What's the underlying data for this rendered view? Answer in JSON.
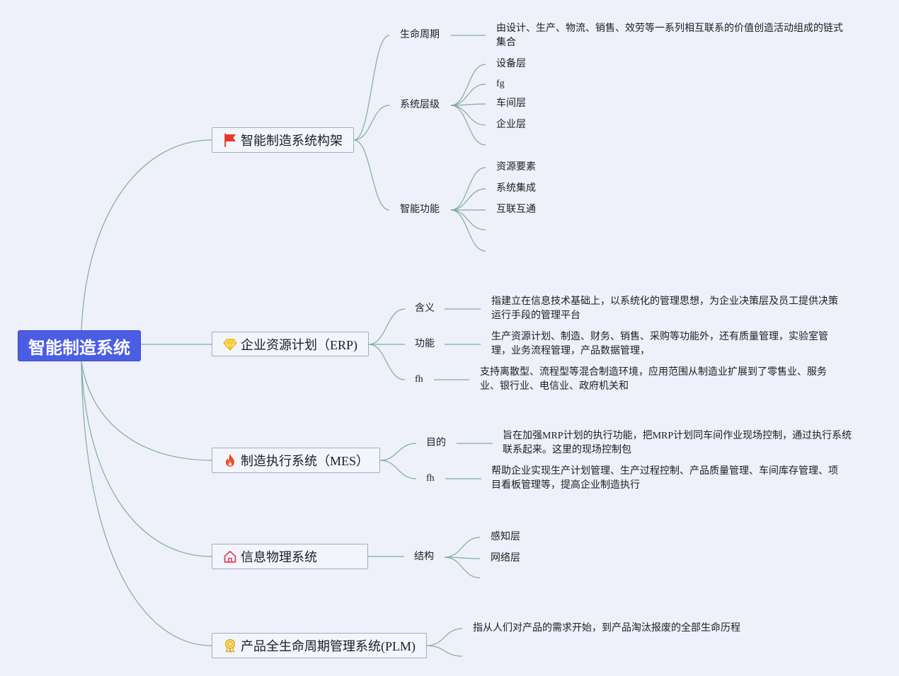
{
  "colors": {
    "bg": "#eef0fb",
    "root_fill": "#4b5de3",
    "root_border": "#3b4bc9",
    "root_text": "#ffffff",
    "box_fill": "#f3f5fd",
    "box_border": "#9db3af",
    "line": "#80aaa3",
    "text": "#1e1e1e",
    "flag": "#e8392d",
    "gem": "#f2b705",
    "fire": "#ee4a2b",
    "house": "#e2455c",
    "medal": "#e0a810"
  },
  "root": {
    "label": "智能制造系统"
  },
  "branches": [
    {
      "label": "智能制造系统构架",
      "icon": "flag-icon",
      "children": [
        {
          "label": "生命周期",
          "items": [
            {
              "lines": [
                "由设计、生产、物流、销售、效劳等一系列相互联系的价值创造活动组成的链式",
                "集合"
              ]
            }
          ]
        },
        {
          "label": "系统层级",
          "items": [
            {
              "lines": [
                "设备层"
              ]
            },
            {
              "lines": [
                "fg"
              ]
            },
            {
              "lines": [
                "车间层"
              ]
            },
            {
              "lines": [
                "企业层"
              ]
            }
          ]
        },
        {
          "label": "智能功能",
          "items": [
            {
              "lines": [
                "资源要素"
              ]
            },
            {
              "lines": [
                "系统集成"
              ]
            },
            {
              "lines": [
                "互联互通"
              ]
            }
          ]
        }
      ]
    },
    {
      "label": "企业资源计划（ERP)",
      "icon": "diamond-icon",
      "children": [
        {
          "label": "含义",
          "items": [
            {
              "lines": [
                "指建立在信息技术基础上，以系统化的管理思想，为企业决策层及员工提供决策",
                "运行手段的管理平台"
              ]
            }
          ]
        },
        {
          "label": "功能",
          "items": [
            {
              "lines": [
                "生产资源计划、制造、财务、销售、采购等功能外，还有质量管理，实验室管",
                "理，业务流程管理，产品数据管理，"
              ]
            }
          ]
        },
        {
          "label": "fh",
          "items": [
            {
              "lines": [
                "支持离散型、流程型等混合制造环境，应用范围从制造业扩展到了零售业、服务",
                "业、银行业、电信业、政府机关和"
              ]
            }
          ]
        }
      ]
    },
    {
      "label": "制造执行系统（MES）",
      "icon": "fire-icon",
      "children": [
        {
          "label": "目的",
          "items": [
            {
              "lines": [
                "旨在加强MRP计划的执行功能，把MRP计划同车间作业现场控制，通过执行系统",
                "联系起来。这里的现场控制包"
              ]
            }
          ]
        },
        {
          "label": "fh",
          "items": [
            {
              "lines": [
                "帮助企业实现生产计划管理、生产过程控制、产品质量管理、车间库存管理、项",
                "目看板管理等，提高企业制造执行"
              ]
            }
          ]
        }
      ]
    },
    {
      "label": "信息物理系统",
      "icon": "house-icon",
      "children": [
        {
          "label": "结构",
          "items": [
            {
              "lines": [
                "感知层"
              ]
            },
            {
              "lines": [
                "网络层"
              ]
            }
          ]
        }
      ]
    },
    {
      "label": "产品全生命周期管理系统(PLM)",
      "icon": "medal-icon",
      "children": [
        {
          "label": "指从人们对产品的需求开始，到产品淘汰报废的全部生命历程"
        }
      ]
    }
  ]
}
